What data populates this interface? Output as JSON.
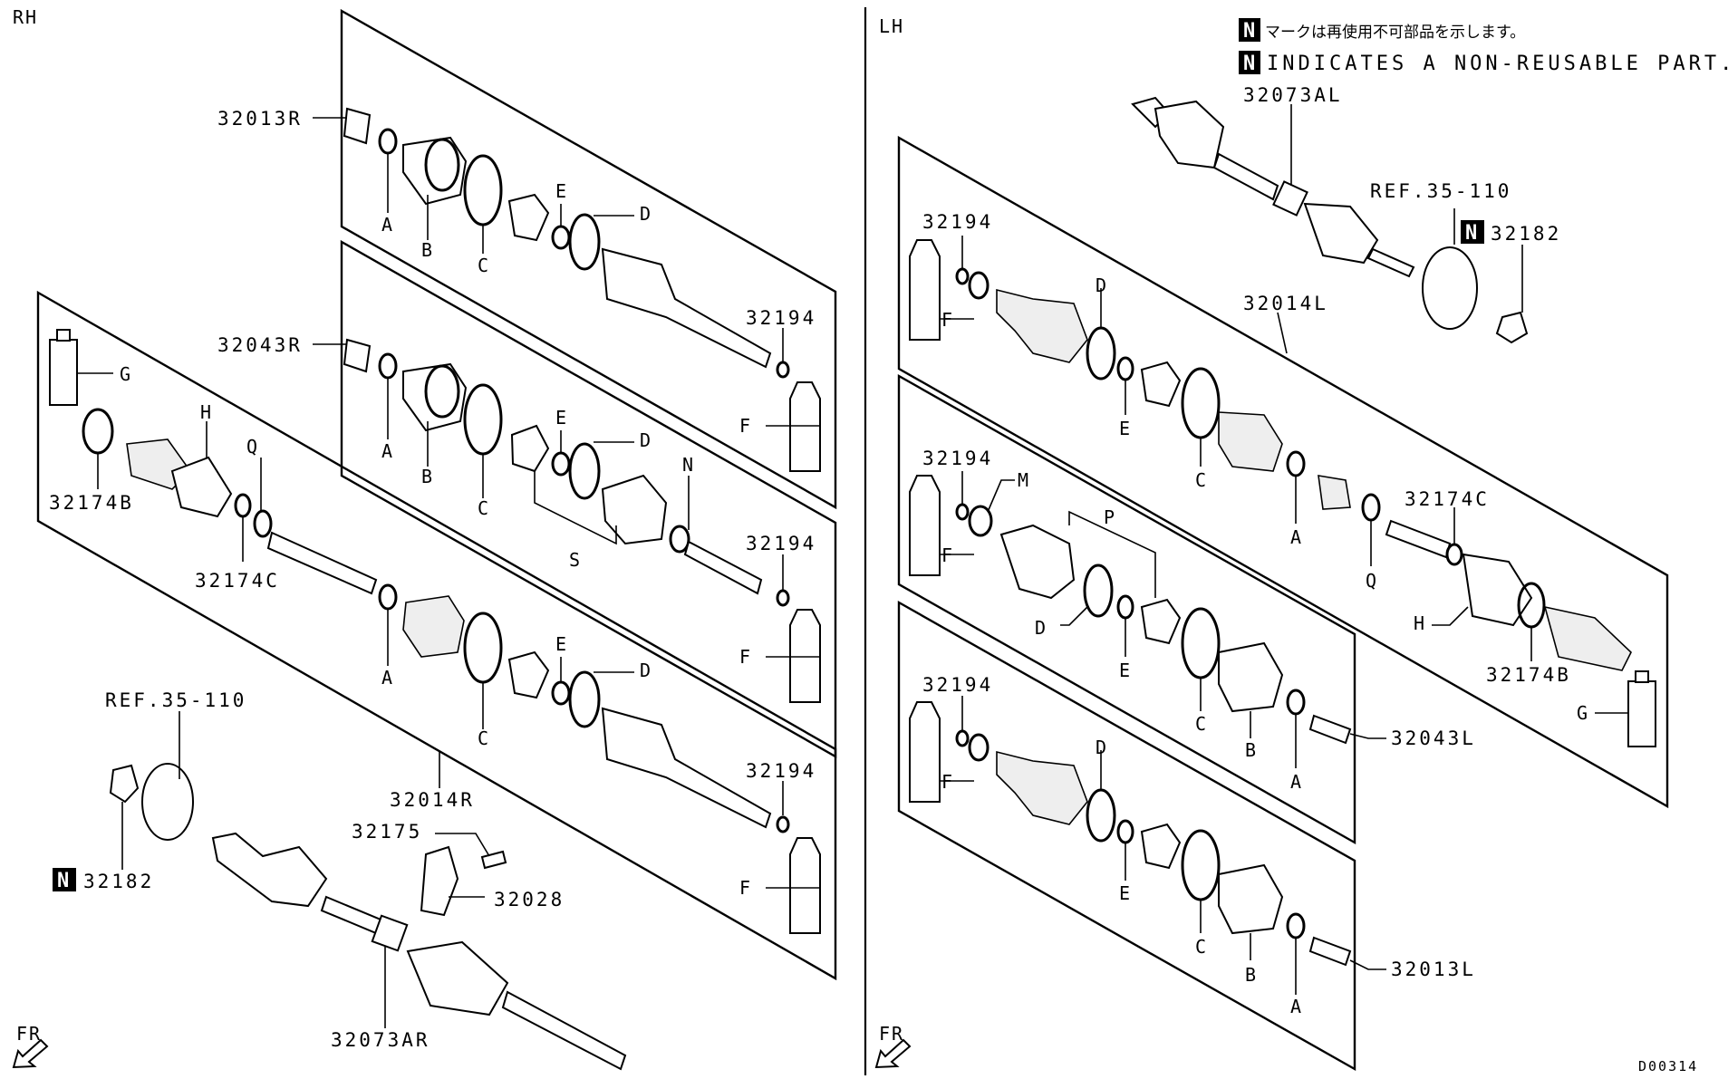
{
  "sides": {
    "rh": "RH",
    "lh": "LH"
  },
  "notes": {
    "jp_badge": "N",
    "jp": "マークは再使用不可部品を示します。",
    "en_badge": "N",
    "en": "INDICATES A NON-REUSABLE PART."
  },
  "fr": {
    "left": "FR",
    "right": "FR"
  },
  "code": "D00314",
  "labels": {
    "r_32013R": "32013R",
    "r_32043R": "32043R",
    "r_32014R": "32014R",
    "r_32174B": "32174B",
    "r_32174C": "32174C",
    "r_32194_a": "32194",
    "r_32194_b": "32194",
    "r_32194_c": "32194",
    "r_ref": "REF.35-110",
    "r_32182": "32182",
    "r_32175": "32175",
    "r_32028": "32028",
    "r_32073AR": "32073AR",
    "l_32073AL": "32073AL",
    "l_ref": "REF.35-110",
    "l_32182": "32182",
    "l_32194_a": "32194",
    "l_32194_b": "32194",
    "l_32194_c": "32194",
    "l_32014L": "32014L",
    "l_32174C": "32174C",
    "l_32174B": "32174B",
    "l_32043L": "32043L",
    "l_32013L": "32013L"
  },
  "letters": {
    "A": "A",
    "B": "B",
    "C": "C",
    "D": "D",
    "E": "E",
    "F": "F",
    "G": "G",
    "H": "H",
    "M": "M",
    "N": "N",
    "P": "P",
    "Q": "Q",
    "S": "S"
  }
}
